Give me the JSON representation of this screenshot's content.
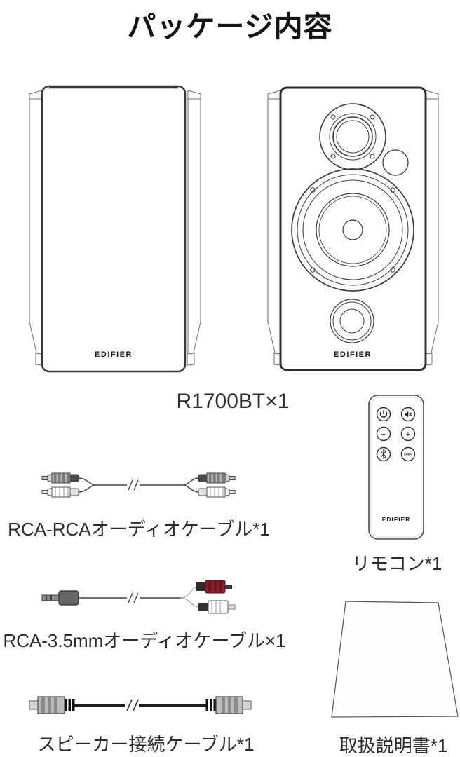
{
  "page": {
    "title": "パッケージ内容"
  },
  "speakers": {
    "label": "R1700BT×1",
    "brand_left": "EDIFIER",
    "brand_right": "EDIFIER"
  },
  "rca_rca_cable": {
    "label": "RCA-RCAオーディオケーブル*1"
  },
  "remote": {
    "label": "リモコン*1",
    "brand": "EDIFIER",
    "buttons": {
      "power": "power",
      "mute": "mute",
      "minus": "−",
      "plus": "+",
      "bluetooth": "bluetooth",
      "line_in": "LINEIN"
    }
  },
  "rca_35_cable": {
    "label": "RCA-3.5mmオーディオケーブル×1"
  },
  "speaker_cable": {
    "label": "スピーカー接続ケーブル*1"
  },
  "manual": {
    "label": "取扱説明書*1"
  },
  "colors": {
    "line": "#2f2f2f",
    "red_plug": "#8e1f2c",
    "gray_plug": "#b5b5b5",
    "dark_barrel": "#3a3a3a"
  }
}
